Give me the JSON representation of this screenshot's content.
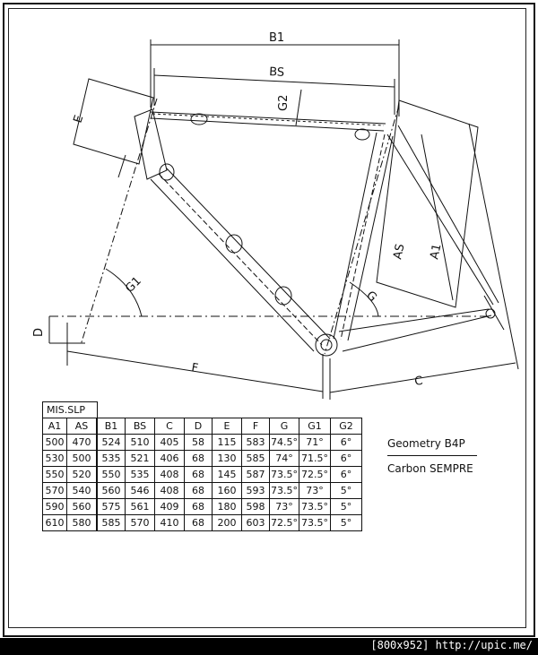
{
  "dimension_labels": {
    "B1": "B1",
    "BS": "BS",
    "G2": "G2",
    "E": "E",
    "AS": "AS",
    "A1": "A1",
    "G1": "G1",
    "G": "G",
    "D": "D",
    "F": "F",
    "C": "C"
  },
  "table": {
    "header_group": "MIS.SLP",
    "columns": [
      "A1",
      "AS",
      "B1",
      "BS",
      "C",
      "D",
      "E",
      "F",
      "G",
      "G1",
      "G2"
    ],
    "rows": [
      [
        "500",
        "470",
        "524",
        "510",
        "405",
        "58",
        "115",
        "583",
        "74.5°",
        "71°",
        "6°"
      ],
      [
        "530",
        "500",
        "535",
        "521",
        "406",
        "68",
        "130",
        "585",
        "74°",
        "71.5°",
        "6°"
      ],
      [
        "550",
        "520",
        "550",
        "535",
        "408",
        "68",
        "145",
        "587",
        "73.5°",
        "72.5°",
        "6°"
      ],
      [
        "570",
        "540",
        "560",
        "546",
        "408",
        "68",
        "160",
        "593",
        "73.5°",
        "73°",
        "5°"
      ],
      [
        "590",
        "560",
        "575",
        "561",
        "409",
        "68",
        "180",
        "598",
        "73°",
        "73.5°",
        "5°"
      ],
      [
        "610",
        "580",
        "585",
        "570",
        "410",
        "68",
        "200",
        "603",
        "72.5°",
        "73.5°",
        "5°"
      ]
    ]
  },
  "model": {
    "line1": "Geometry B4P",
    "line2": "Carbon SEMPRE"
  },
  "footer": {
    "text": "[800x952] http://upic.me/"
  }
}
